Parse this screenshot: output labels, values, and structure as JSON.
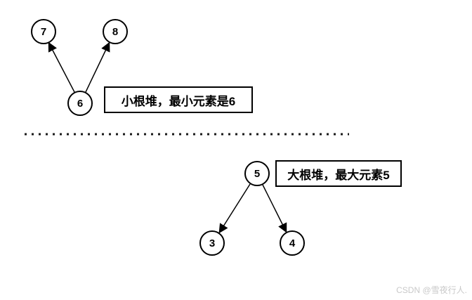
{
  "min_heap": {
    "root": "6",
    "left_child": "7",
    "right_child": "8",
    "label": "小根堆，最小元素是6"
  },
  "max_heap": {
    "root": "5",
    "left_child": "3",
    "right_child": "4",
    "label": "大根堆，最大元素5"
  },
  "watermark": "CSDN @雪夜行人.",
  "colors": {
    "stroke": "#000000",
    "background": "#ffffff",
    "watermark_text": "#c9c9c9"
  }
}
